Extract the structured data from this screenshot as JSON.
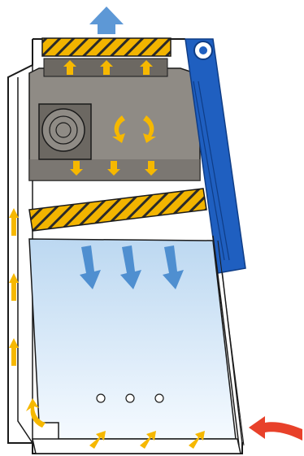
{
  "diagram": {
    "subject": "biological-safety-cabinet-airflow",
    "colors": {
      "background": "#ffffff",
      "outline": "#1a1a1a",
      "filter": "#f2b400",
      "filter_hatch": "#2a2a2a",
      "plenum": "#8f8b85",
      "plenum_shadow": "#6c6862",
      "sash": "#1f5fc0",
      "sash_dark": "#0f3d86",
      "exhaust_arrow": "#5d98d6",
      "downflow_arrow": "#4f8fd0",
      "internal_arrow": "#f6b800",
      "inflow_arrow": "#e8412a",
      "work_zone_top": "#bcd8f1",
      "work_zone_bottom": "#f5faff"
    },
    "icons": [
      "exhaust-arrow-icon",
      "inflow-arrow-icon",
      "fan-blower-icon",
      "sash-hinge-icon"
    ],
    "features": {
      "exhaust_arrows": 1,
      "hepa_up_arrows": 3,
      "plenum_down_arrows": 3,
      "downflow_arrows": 3,
      "rear_up_arrows": 3,
      "front_grille_holes": 3,
      "inflow_arrows": 1
    }
  }
}
